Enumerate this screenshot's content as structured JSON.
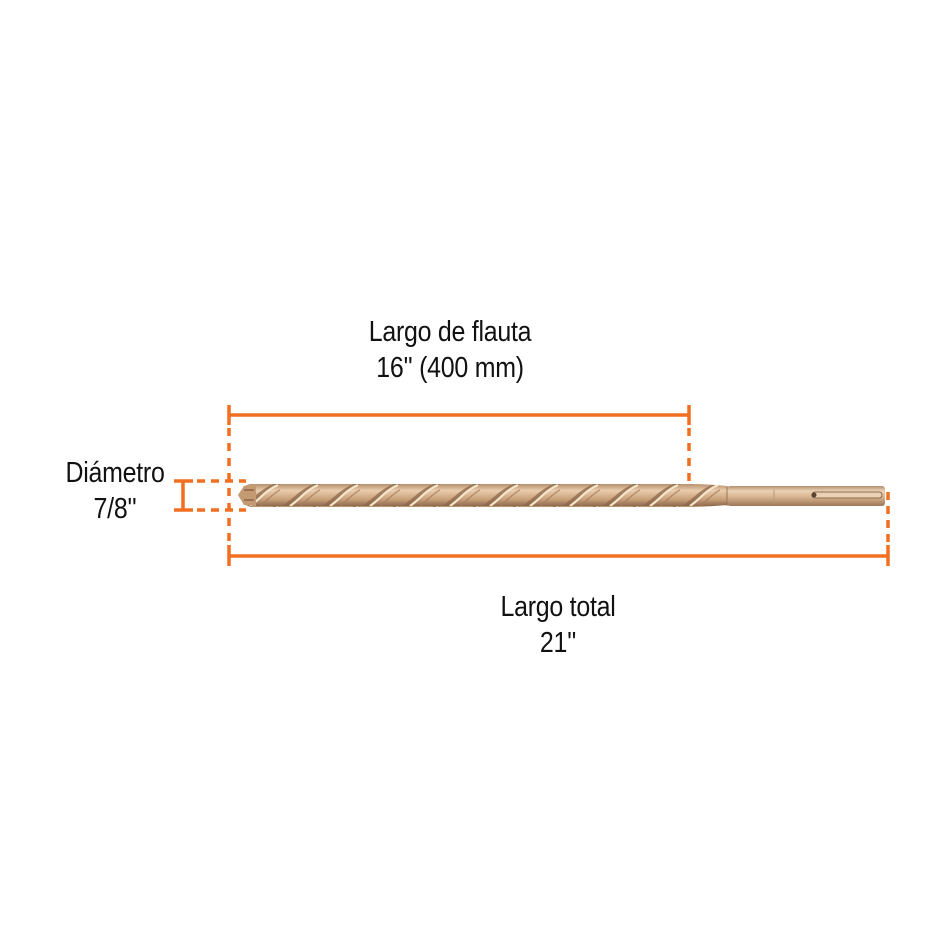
{
  "colors": {
    "dimension_line": "#F26F21",
    "text": "#111111",
    "background": "#FFFFFF",
    "drill_light": "#E8C9A6",
    "drill_mid": "#C9A07A",
    "drill_dark": "#8E6A4C"
  },
  "dimensions": {
    "flute_length": {
      "title": "Largo de flauta",
      "value": "16''",
      "value_metric": "(400 mm)"
    },
    "total_length": {
      "title": "Largo total",
      "value": "21''"
    },
    "diameter": {
      "title": "Diámetro",
      "value": "7/8''"
    }
  },
  "product": {
    "name": "drill-bit",
    "icon": "sds-max-masonry-drill-bit"
  }
}
